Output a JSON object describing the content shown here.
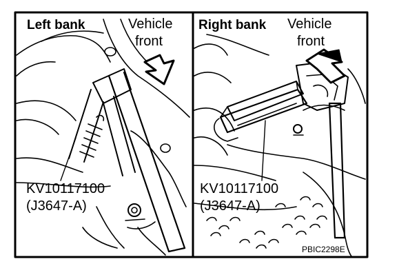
{
  "panels": {
    "left": {
      "title": "Left bank",
      "front_line1": "Vehicle",
      "front_line2": "front",
      "part_number": "KV10117100",
      "part_alt": "(J3647-A)"
    },
    "right": {
      "title": "Right bank",
      "front_line1": "Vehicle",
      "front_line2": "front",
      "part_number": "KV10117100",
      "part_alt": "(J3647-A)"
    }
  },
  "figure_code": "PBIC2298E"
}
